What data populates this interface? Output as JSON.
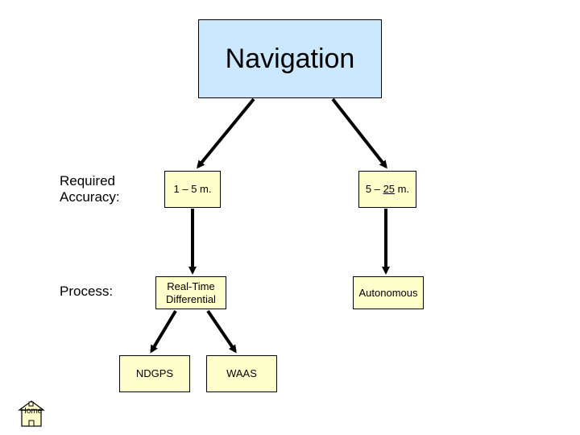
{
  "diagram": {
    "title": "Navigation",
    "rows": {
      "accuracy_label": "Required Accuracy:",
      "process_label": "Process:"
    },
    "left_branch": {
      "accuracy": "1 – 5 m.",
      "process_line1": "Real-Time",
      "process_line2": "Differential",
      "children": [
        "NDGPS",
        "WAAS"
      ]
    },
    "right_branch": {
      "accuracy_prefix": "5 – ",
      "accuracy_underlined": "25",
      "accuracy_suffix": " m.",
      "process": "Autonomous"
    },
    "colors": {
      "title_fill": "#cce8ff",
      "box_fill": "#ffffcc",
      "arrow": "#000000"
    }
  },
  "nav": {
    "home_label": "Home",
    "home_icon": "house-icon"
  }
}
